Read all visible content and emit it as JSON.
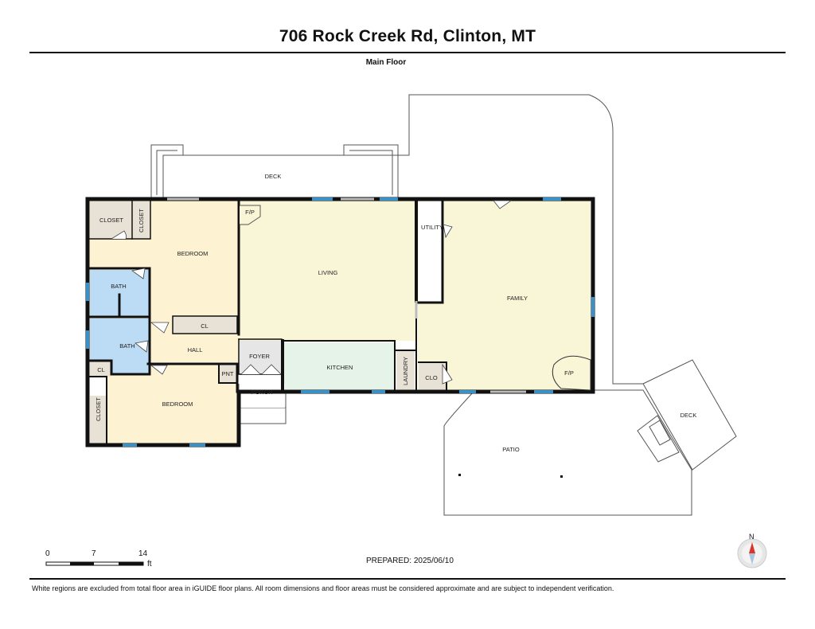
{
  "header": {
    "title": "706 Rock Creek Rd, Clinton, MT",
    "floor_label": "Main Floor"
  },
  "rooms": {
    "closet_top": "CLOSET",
    "closet_top_vertical": "CLOSET",
    "bedroom_top": "BEDROOM",
    "bath_top": "BATH",
    "bath_lower": "BATH",
    "cl_small": "CL",
    "cl_hall": "CL",
    "hall": "HALL",
    "closet_lower_vertical": "CLOSET",
    "bedroom_lower": "BEDROOM",
    "pnt": "PNT",
    "foyer": "FOYER",
    "porch": "PORCH",
    "living": "LIVING",
    "fp_living": "F/P",
    "kitchen": "KITCHEN",
    "laundry": "LAUNDRY",
    "utility": "UTILITY",
    "family": "FAMILY",
    "clo": "CLO",
    "fp_family": "F/P",
    "deck_top": "DECK",
    "deck_right": "DECK",
    "patio": "PATIO"
  },
  "colors": {
    "tan": "#fdf3d3",
    "yellow": "#f9f6d8",
    "blue": "#bcdcf6",
    "green": "#e5f3e8",
    "closet": "#e8e2d6",
    "foyer": "#e6e6e6",
    "wall": "#111111",
    "window": "#3a91c8"
  },
  "scale": {
    "labels": [
      "0",
      "7",
      "14"
    ],
    "unit": "ft"
  },
  "prepared": "PREPARED: 2025/06/10",
  "compass": {
    "label": "N"
  },
  "footer": {
    "disclaimer": "White regions are excluded from total floor area in iGUIDE floor plans. All room dimensions and floor areas must be considered approximate and are subject to independent verification."
  }
}
